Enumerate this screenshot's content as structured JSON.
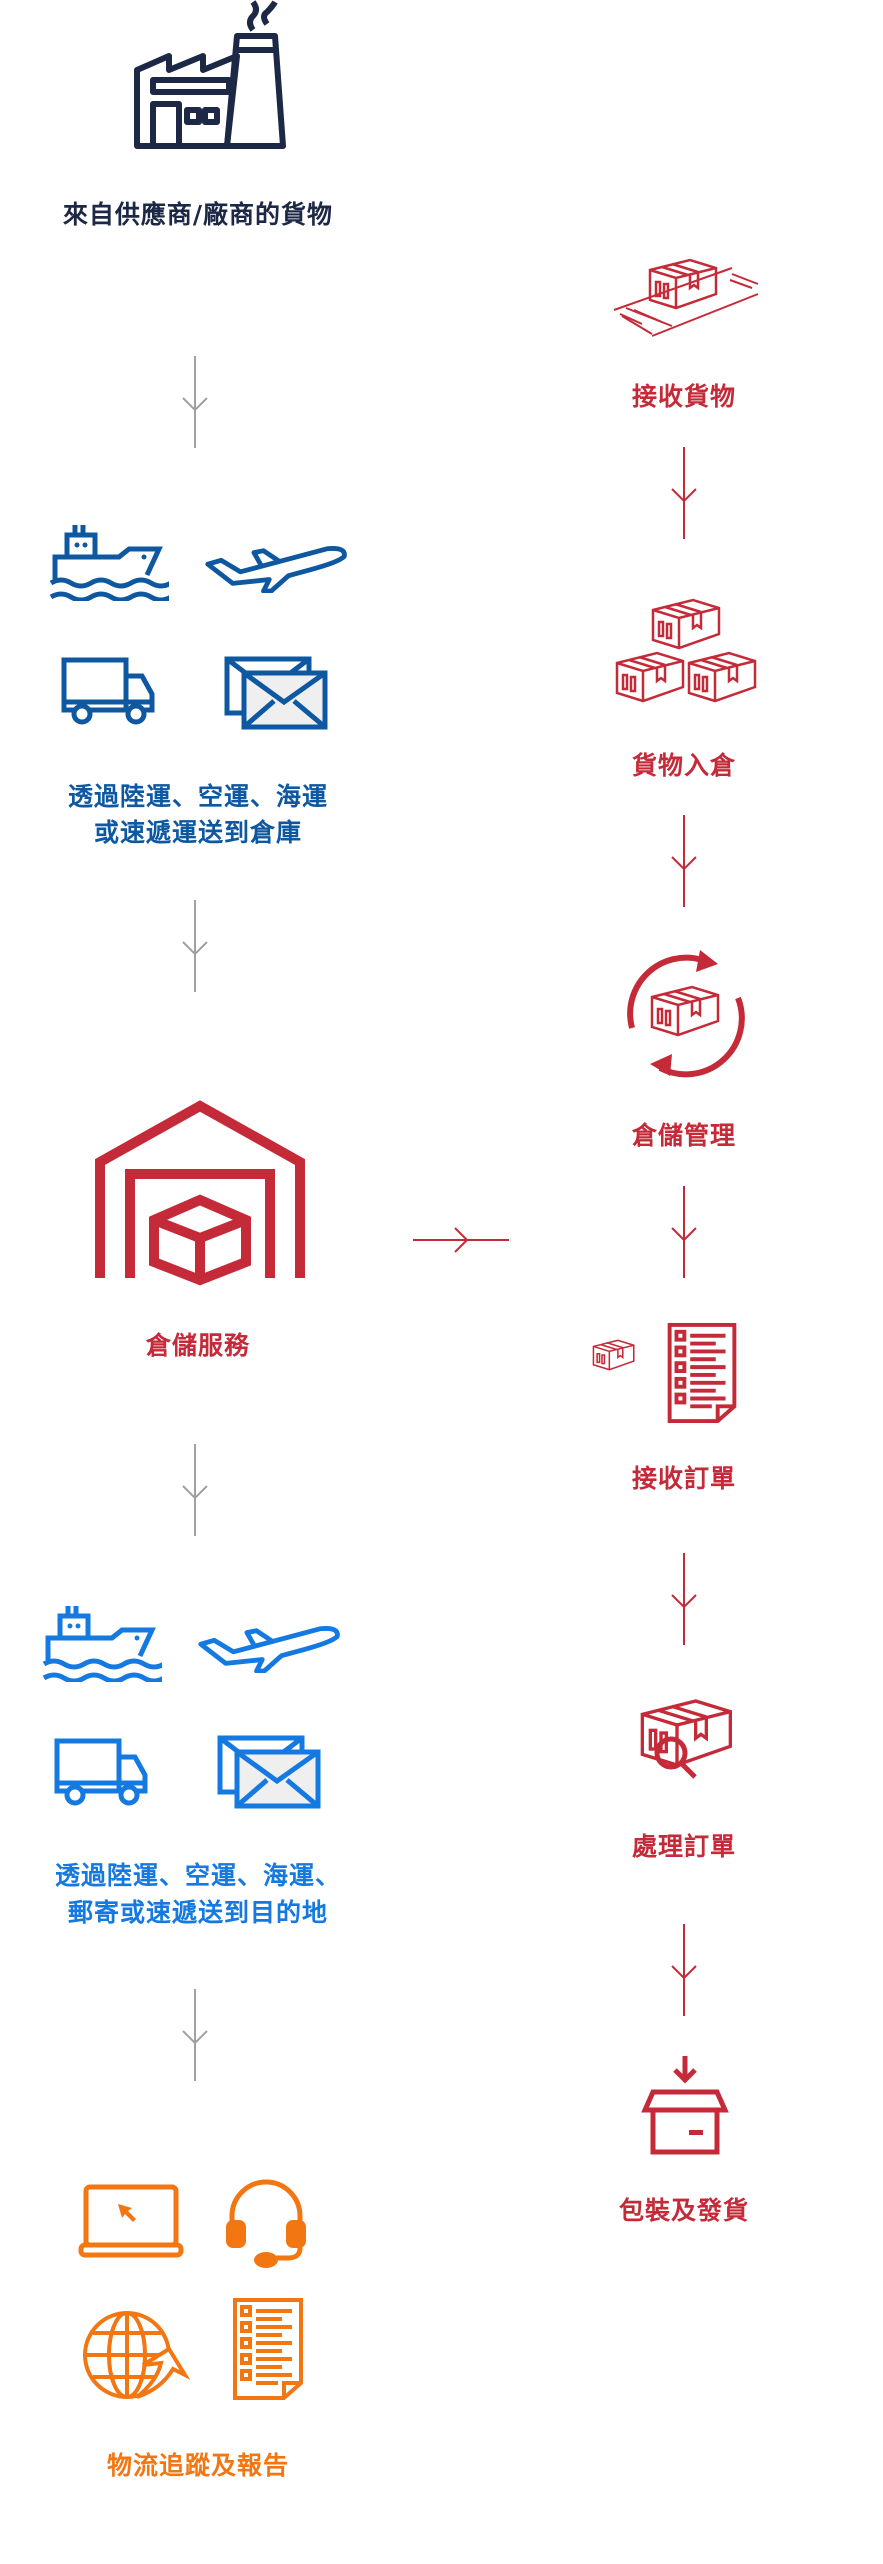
{
  "colors": {
    "navy": "#1c2846",
    "blue": "#0d58a0",
    "bright_blue": "#1479e0",
    "red": "#c52a38",
    "orange": "#f27611",
    "arrow_gray": "#a0a0a0"
  },
  "left_flow": {
    "source": {
      "icon": "factory-icon",
      "label": "來自供應商/廠商的貨物"
    },
    "inbound_transport": {
      "icons": [
        "ship-icon",
        "airplane-icon",
        "truck-icon",
        "envelope-icon"
      ],
      "label_line1": "透過陸運、空運、海運",
      "label_line2": "或速遞運送到倉庫"
    },
    "warehouse": {
      "icon": "warehouse-icon",
      "label": "倉儲服務"
    },
    "outbound_transport": {
      "icons": [
        "ship-icon",
        "airplane-icon",
        "truck-icon",
        "envelope-icon"
      ],
      "label_line1": "透過陸運、空運、海運、",
      "label_line2": "郵寄或速遞送到目的地"
    },
    "tracking": {
      "icons": [
        "laptop-icon",
        "headset-icon",
        "globe-icon",
        "checklist-icon"
      ],
      "label": "物流追蹤及報告"
    }
  },
  "right_flow": {
    "steps": [
      {
        "icon": "pallet-box-icon",
        "label": "接收貨物"
      },
      {
        "icon": "stacked-boxes-icon",
        "label": "貨物入倉"
      },
      {
        "icon": "cycle-box-icon",
        "label": "倉儲管理"
      },
      {
        "icon": "order-document-icon",
        "label": "接收訂單"
      },
      {
        "icon": "box-search-icon",
        "label": "處理訂單"
      },
      {
        "icon": "package-icon",
        "label": "包裝及發貨"
      }
    ]
  }
}
